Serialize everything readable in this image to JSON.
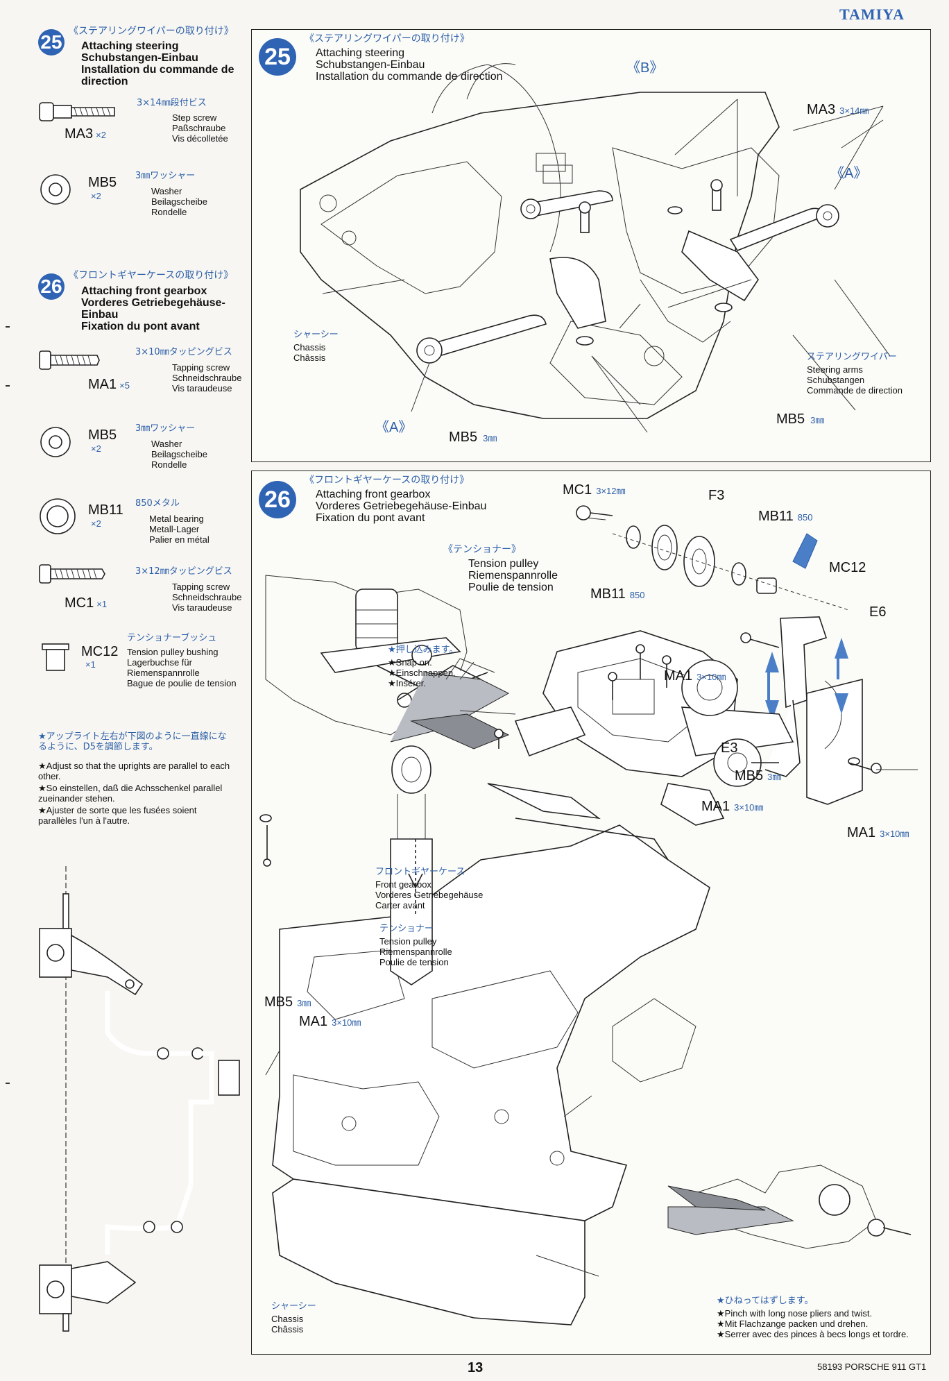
{
  "brand": "TAMIYA",
  "page_number": "13",
  "footer_model": "58193 PORSCHE 911 GT1",
  "sidebar": {
    "step25": {
      "number": "25",
      "title_jp": "《ステアリングワイパーの取り付け》",
      "title_en": "Attaching steering",
      "title_de": "Schubstangen-Einbau",
      "title_fr": "Installation du commande de direction",
      "parts": [
        {
          "spec": "3×14㎜段付ビス",
          "code": "MA3",
          "qty": "×2",
          "en": "Step screw",
          "de": "Paßschraube",
          "fr": "Vis décolletée"
        },
        {
          "spec": "3㎜ワッシャー",
          "code": "MB5",
          "qty": "×2",
          "en": "Washer",
          "de": "Beilagscheibe",
          "fr": "Rondelle"
        }
      ]
    },
    "step26": {
      "number": "26",
      "title_jp": "《フロントギヤーケースの取り付け》",
      "title_en": "Attaching front gearbox",
      "title_de": "Vorderes Getriebegehäuse-Einbau",
      "title_fr": "Fixation du pont avant",
      "parts": [
        {
          "spec": "3×10㎜タッピングビス",
          "code": "MA1",
          "qty": "×5",
          "en": "Tapping screw",
          "de": "Schneidschraube",
          "fr": "Vis taraudeuse"
        },
        {
          "spec": "3㎜ワッシャー",
          "code": "MB5",
          "qty": "×2",
          "en": "Washer",
          "de": "Beilagscheibe",
          "fr": "Rondelle"
        },
        {
          "spec": "850メタル",
          "code": "MB11",
          "qty": "×2",
          "en": "Metal bearing",
          "de": "Metall-Lager",
          "fr": "Palier en métal"
        },
        {
          "spec": "3×12㎜タッピングビス",
          "code": "MC1",
          "qty": "×1",
          "en": "Tapping screw",
          "de": "Schneidschraube",
          "fr": "Vis taraudeuse"
        },
        {
          "spec": "テンショナーブッシュ",
          "code": "MC12",
          "qty": "×1",
          "en": "Tension pulley bushing",
          "de": "Lagerbuchse für Riemenspannrolle",
          "fr": "Bague de poulie de tension"
        }
      ]
    },
    "note": {
      "jp": "★アップライト左右が下図のように一直線になるように、D5を調節します。",
      "en": "★Adjust so that the uprights are parallel to each other.",
      "de": "★So einstellen, daß die Achsschenkel parallel zueinander stehen.",
      "fr": "★Ajuster de sorte que les fusées soient parallèles l'un à l'autre."
    }
  },
  "panel25": {
    "number": "25",
    "title_jp": "《ステアリングワイパーの取り付け》",
    "title_en": "Attaching steering",
    "title_de": "Schubstangen-Einbau",
    "title_fr": "Installation du commande de direction",
    "callouts": {
      "B": "《B》",
      "A1": "《A》",
      "A2": "《A》",
      "ma3": "MA3",
      "ma3_size": "3×14㎜",
      "mb5_a": "MB5",
      "mb5_a_size": "3㎜",
      "mb5_b": "MB5",
      "mb5_b_size": "3㎜",
      "chassis_jp": "シャーシー",
      "chassis_en": "Chassis",
      "chassis_fr": "Châssis",
      "arms_jp": "ステアリングワイパー",
      "arms_en": "Steering arms",
      "arms_de": "Schubstangen",
      "arms_fr": "Commande de direction"
    }
  },
  "panel26": {
    "number": "26",
    "title_jp": "《フロントギヤーケースの取り付け》",
    "title_en": "Attaching front gearbox",
    "title_de": "Vorderes Getriebegehäuse-Einbau",
    "title_fr": "Fixation du pont avant",
    "callouts": {
      "tensioner_jp": "《テンショナー》",
      "tensioner_en": "Tension pulley",
      "tensioner_de": "Riemenspannrolle",
      "tensioner_fr": "Poulie de tension",
      "mc1": "MC1",
      "mc1_size": "3×12㎜",
      "f3": "F3",
      "mb11_a": "MB11",
      "mb11_a_size": "850",
      "mb11_b": "MB11",
      "mb11_b_size": "850",
      "mc12": "MC12",
      "e6": "E6",
      "e3": "E3",
      "ma1_a": "MA1",
      "ma1_a_size": "3×10㎜",
      "ma1_b": "MA1",
      "ma1_b_size": "3×10㎜",
      "ma1_c": "MA1",
      "ma1_c_size": "3×10㎜",
      "ma1_d": "MA1",
      "ma1_d_size": "3×10㎜",
      "mb5_a": "MB5",
      "mb5_a_size": "3㎜",
      "mb5_b": "MB5",
      "mb5_b_size": "3㎜",
      "snap_jp": "★押し込みます。",
      "snap_en": "★Snap on.",
      "snap_de": "★Einschnappen.",
      "snap_fr": "★Insérer.",
      "gearbox_jp": "フロントギヤーケース",
      "gearbox_en": "Front gearbox",
      "gearbox_de": "Vorderes Getriebegehäuse",
      "gearbox_fr": "Carter avant",
      "tension2_jp": "テンショナー",
      "tension2_en": "Tension pulley",
      "tension2_de": "Riemenspannrolle",
      "tension2_fr": "Poulie de tension",
      "chassis_jp": "シャーシー",
      "chassis_en": "Chassis",
      "chassis_fr": "Châssis",
      "twist_jp": "★ひねってはずします。",
      "twist_en": "★Pinch with long nose pliers and twist.",
      "twist_de": "★Mit Flachzange packen und drehen.",
      "twist_fr": "★Serrer avec des pinces à becs longs et tordre."
    }
  },
  "colors": {
    "accent": "#2f63b3",
    "ink": "#111111",
    "paper": "#f7f6f2"
  }
}
